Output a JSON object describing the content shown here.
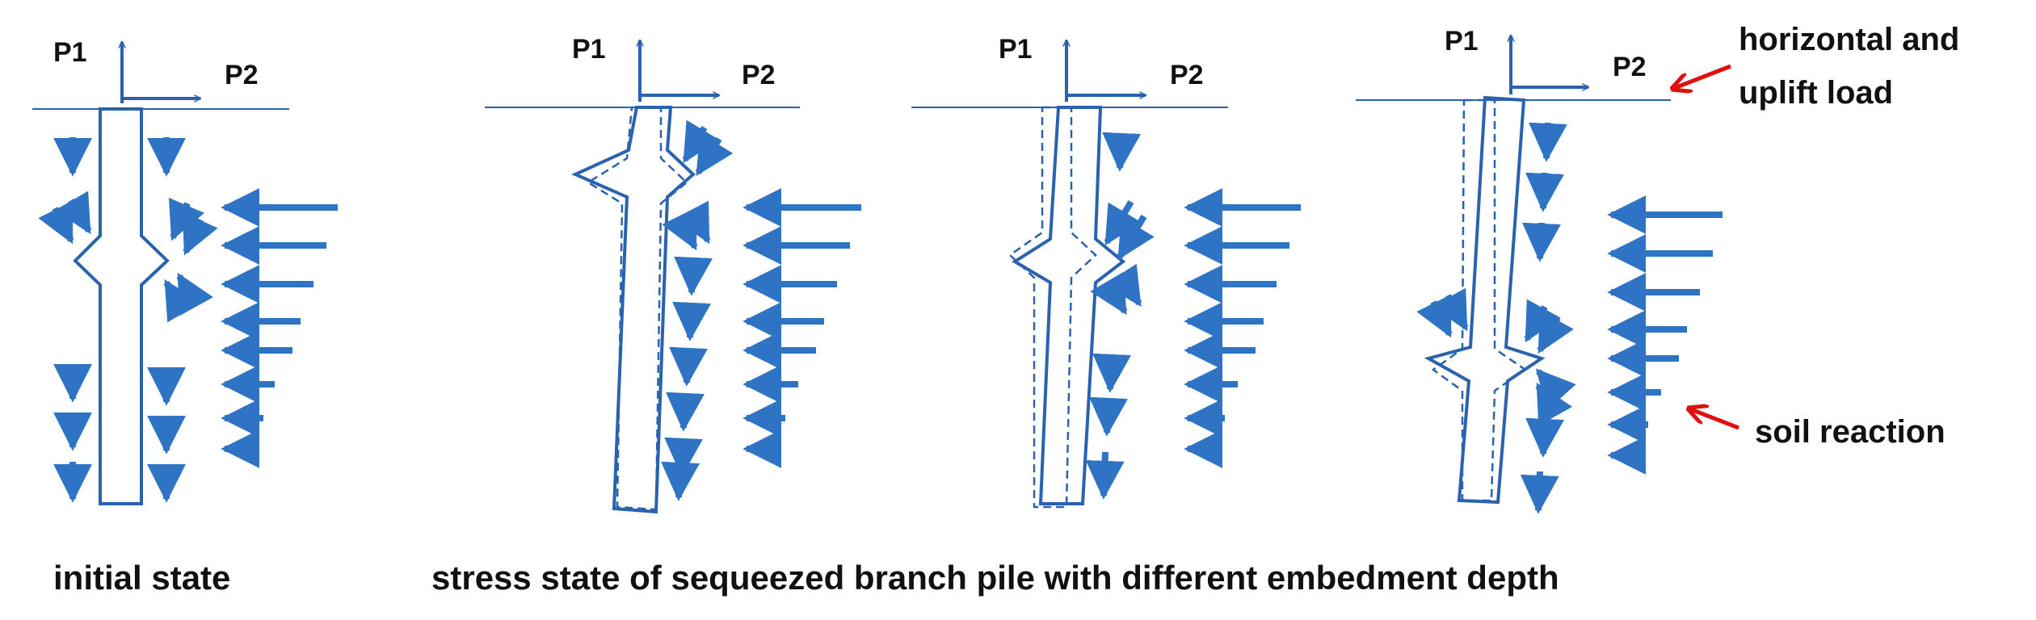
{
  "colors": {
    "pile": "#2a62ad",
    "arrow": "#2f73c4",
    "annotation_arrow": "#e01010",
    "text": "#111111"
  },
  "panels": [
    {
      "p1": "P1",
      "p2": "P2"
    },
    {
      "p1": "P1",
      "p2": "P2"
    },
    {
      "p1": "P1",
      "p2": "P2"
    },
    {
      "p1": "P1",
      "p2": "P2"
    }
  ],
  "annotations": {
    "load_line1": "horizontal  and",
    "load_line2": "uplift load",
    "soil": "soil reaction"
  },
  "captions": {
    "initial": "initial state",
    "stress": "stress state of sequeezed branch pile with different embedment depth"
  }
}
